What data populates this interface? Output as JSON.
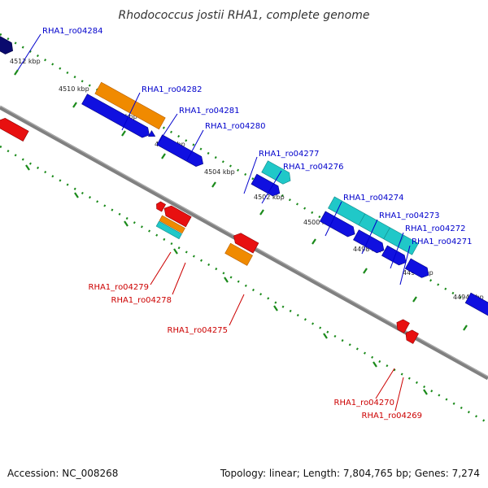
{
  "title": "Rhodococcus jostii RHA1, complete genome",
  "footer": {
    "accession": "Accession: NC_008268",
    "summary": "Topology: linear; Length: 7,804,765 bp; Genes: 7,274"
  },
  "kbp_ticks": [
    "4512 kbp",
    "4510 kbp",
    "4508 kbp",
    "4506 kbp",
    "4504 kbp",
    "4502 kbp",
    "4500 kbp",
    "4498 kbp",
    "4496 kbp",
    "4494 kbp"
  ],
  "gene_labels_upper": [
    "RHA1_ro04284",
    "RHA1_ro04282",
    "RHA1_ro04281",
    "RHA1_ro04280",
    "RHA1_ro04277",
    "RHA1_ro04276",
    "RHA1_ro04274",
    "RHA1_ro04273",
    "RHA1_ro04272",
    "RHA1_ro04271"
  ],
  "gene_labels_lower": [
    "RHA1_ro04279",
    "RHA1_ro04278",
    "RHA1_ro04275",
    "RHA1_ro04270",
    "RHA1_ro04269"
  ],
  "colors": {
    "navy": "#0a0a6e",
    "blue": "#1010e0",
    "orange": "#f08a00",
    "cyan": "#20c8c8",
    "red": "#e81010",
    "backbone": "#808080",
    "tick_green": "#1a8a1a"
  }
}
